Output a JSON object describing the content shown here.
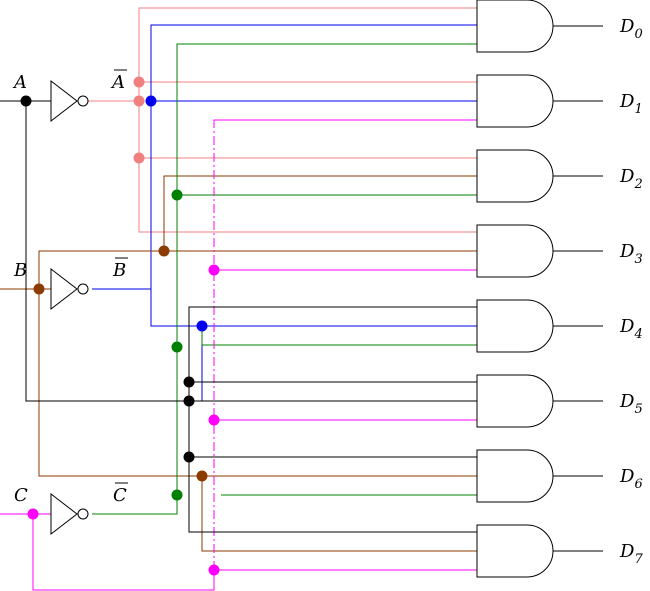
{
  "inputs": [
    {
      "name": "A",
      "inverted": "A"
    },
    {
      "name": "B",
      "inverted": "B"
    },
    {
      "name": "C",
      "inverted": "C"
    }
  ],
  "outputs": [
    {
      "letter": "D",
      "index": "0"
    },
    {
      "letter": "D",
      "index": "1"
    },
    {
      "letter": "D",
      "index": "2"
    },
    {
      "letter": "D",
      "index": "3"
    },
    {
      "letter": "D",
      "index": "4"
    },
    {
      "letter": "D",
      "index": "5"
    },
    {
      "letter": "D",
      "index": "6"
    },
    {
      "letter": "D",
      "index": "7"
    }
  ],
  "colors": {
    "A": "#000000",
    "A_bar": "#f08080",
    "B": "#8b3a00",
    "B_bar": "#0000ee",
    "C": "#ff00ff",
    "C_bar": "#008000",
    "gate": "#000000"
  }
}
